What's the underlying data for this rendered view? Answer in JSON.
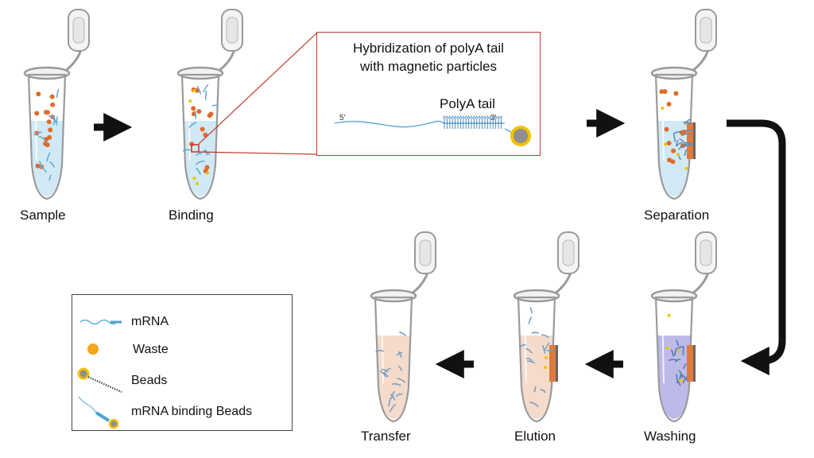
{
  "steps": {
    "sample": "Sample",
    "binding": "Binding",
    "separation": "Separation",
    "washing": "Washing",
    "elution": "Elution",
    "transfer": "Transfer"
  },
  "inset": {
    "title": "Hybridization of polyA tail\nwith magnetic particles",
    "polya_label": "PolyA tail",
    "five_prime": "5'",
    "three_prime": "3'"
  },
  "legend": {
    "mrna": "mRNA",
    "waste": "Waste",
    "beads": "Beads",
    "mrna_binding_beads": "mRNA binding Beads"
  },
  "colors": {
    "tube_outline": "#9a9a9a",
    "buffer_blue": "#cfe8f3",
    "wash_purple": "#b9b5e8",
    "elution_peach": "#f3d9c8",
    "waste_orange": "#e06a2c",
    "bead_yellow": "#f2c200",
    "magnet_orange": "#e07a3a",
    "inset_red": "#c0392b"
  }
}
